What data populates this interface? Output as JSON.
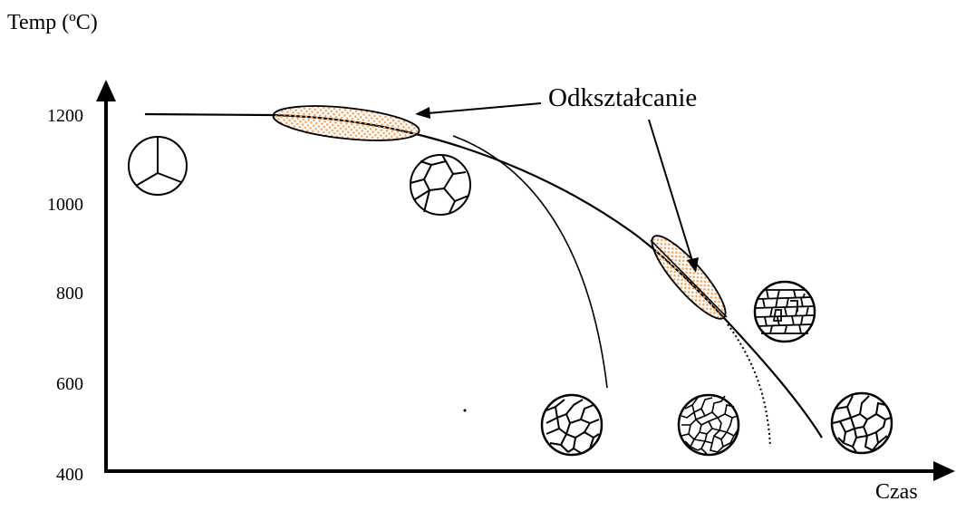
{
  "axes": {
    "y_label": "Temp (ºC)",
    "x_label": "Czas",
    "y_ticks": [
      "1200",
      "1000",
      "800",
      "600",
      "400"
    ]
  },
  "annotation": "Odkształcanie",
  "colors": {
    "deformation_fill": "#f4a460",
    "line": "#000000"
  },
  "icons": [
    "grain-structure-3-icon",
    "grain-structure-coarse-icon",
    "grain-structure-fine-icon",
    "grain-structure-finer-icon",
    "grain-structure-elongated-icon",
    "grain-structure-recrystallized-icon"
  ]
}
